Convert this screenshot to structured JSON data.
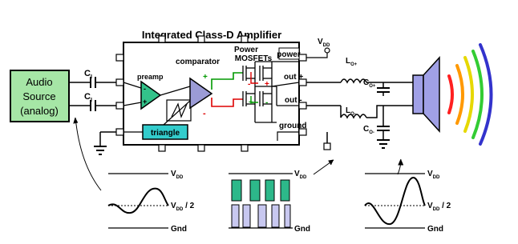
{
  "title": "Integrated Class-D Amplifier",
  "source": {
    "line1": "Audio",
    "line2": "Source",
    "line3": "(analog)"
  },
  "caps_in": {
    "ci_top": "C",
    "ci_top_sub": "I",
    "ci_bot": "C",
    "ci_bot_sub": "I"
  },
  "blocks": {
    "preamp": "preamp",
    "comparator": "comparator",
    "triangle": "triangle",
    "power_mosfets_line1": "Power",
    "power_mosfets_line2": "MOSFETs",
    "power": "power",
    "out_plus": "out +",
    "out_minus": "out -",
    "ground": "ground"
  },
  "vdd_top": {
    "main": "V",
    "sub": "DD"
  },
  "filter": {
    "lo_plus": "L",
    "lo_plus_sub": "O+",
    "co_plus": "C",
    "co_plus_sub": "O+",
    "lo_minus": "L",
    "lo_minus_sub": "O-",
    "co_minus": "C",
    "co_minus_sub": "O-"
  },
  "waveforms": {
    "left": {
      "vdd": "V",
      "vdd_sub": "DD",
      "mid": "V",
      "mid_sub": "DD",
      "mid_suffix": " / 2",
      "gnd": "Gnd"
    },
    "middle": {
      "vdd": "V",
      "vdd_sub": "DD",
      "gnd": "Gnd"
    },
    "right": {
      "vdd": "V",
      "vdd_sub": "DD",
      "mid": "V",
      "mid_sub": "DD",
      "mid_suffix": " / 2",
      "gnd": "Gnd"
    }
  },
  "colors": {
    "source_fill": "#a6e6a6",
    "preamp_fill": "#33c28a",
    "triangle_fill": "#33cccc",
    "comparator_fill": "#9b9bd6",
    "pwm_high": "#2db88a",
    "pwm_low": "#c8c8f0",
    "speaker": "#a0a0e6",
    "wave_red": "#ff2020",
    "wave_orange": "#ff9900",
    "wave_yellow": "#e6d800",
    "wave_green": "#33cc33",
    "wave_blue": "#3333cc",
    "green_trace": "#009900",
    "red_trace": "#dd0000"
  }
}
